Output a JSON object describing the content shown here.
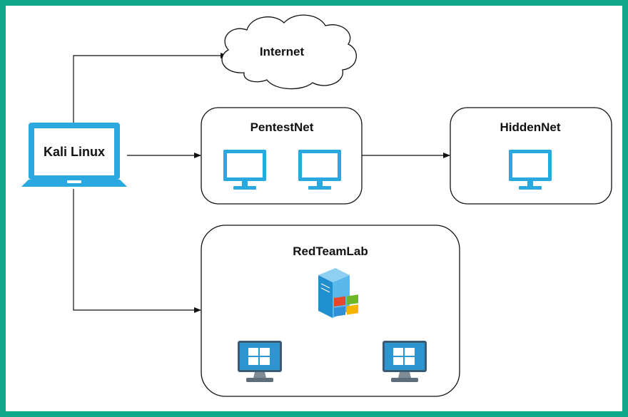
{
  "diagram": {
    "attacker": {
      "label": "Kali Linux"
    },
    "internet": {
      "label": "Internet"
    },
    "networks": {
      "pentestnet": {
        "label": "PentestNet"
      },
      "hiddennet": {
        "label": "HiddenNet"
      },
      "redteamlab": {
        "label": "RedTeamLab"
      }
    },
    "colors": {
      "frame": "#0fa88a",
      "monitor": "#2aa8e0",
      "line": "#111111"
    }
  }
}
